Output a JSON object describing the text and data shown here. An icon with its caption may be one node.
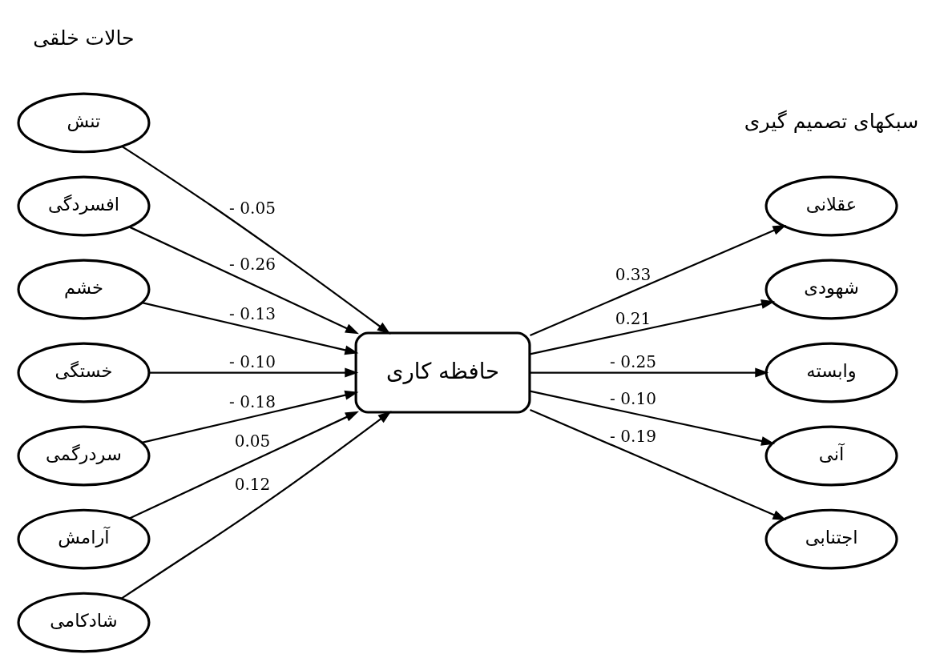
{
  "diagram": {
    "nodes": [
      {
        "text": [
          "تنش"
        ]
      },
      {
        "text": [
          "افسردگی"
        ]
      },
      {
        "text": [
          "خشم"
        ]
      },
      {
        "text": [
          "خستگی"
        ]
      },
      {
        "text": [
          "سردرگمی"
        ]
      },
      {
        "text": [
          "آرامش"
        ]
      },
      {
        "text": [
          "شادکامی"
        ]
      },
      {
        "text": [
          "حافظه کاری"
        ]
      },
      {
        "text": [
          "عقلانی"
        ]
      },
      {
        "text": [
          "شهودی"
        ]
      },
      {
        "text": [
          "وابسته"
        ]
      },
      {
        "text": [
          "آنی"
        ]
      },
      {
        "text": [
          "اجتنابی"
        ]
      }
    ],
    "edges": [
      {
        "from": 0,
        "to": 7,
        "arrow": "to",
        "label": "- 0.05"
      },
      {
        "from": 1,
        "to": 7,
        "arrow": "to",
        "label": "- 0.26"
      },
      {
        "from": 2,
        "to": 7,
        "arrow": "to",
        "label": "- 0.13"
      },
      {
        "from": 3,
        "to": 7,
        "arrow": "to",
        "label": "- 0.10"
      },
      {
        "from": 4,
        "to": 7,
        "arrow": "to",
        "label": "- 0.18"
      },
      {
        "from": 5,
        "to": 7,
        "arrow": "to",
        "label": "0.05"
      },
      {
        "from": 6,
        "to": 7,
        "arrow": "to",
        "label": "0.12"
      },
      {
        "from": 7,
        "to": 8,
        "arrow": "to",
        "label": "0.33"
      },
      {
        "from": 7,
        "to": 9,
        "arrow": "to",
        "label": "0.21"
      },
      {
        "from": 7,
        "to": 10,
        "arrow": "to",
        "label": "- 0.25"
      },
      {
        "from": 7,
        "to": 11,
        "arrow": "to",
        "label": "- 0.10"
      },
      {
        "from": 7,
        "to": 12,
        "arrow": "to",
        "label": "- 0.19"
      }
    ],
    "labels": [
      "سبکهای تصمیم گیری",
      "حالات خلقی"
    ]
  }
}
